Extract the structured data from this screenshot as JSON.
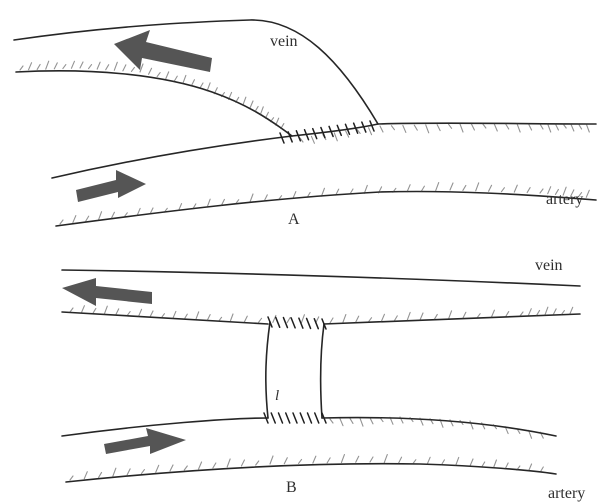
{
  "panel_a": {
    "vein_label": "vein",
    "artery_label": "artery",
    "panel_label": "A"
  },
  "panel_b": {
    "vein_label": "vein",
    "artery_label": "artery",
    "panel_label": "B",
    "graft_label": "l"
  },
  "colors": {
    "ink": "#262626",
    "arrow_fill": "#555555",
    "background": "#ffffff"
  }
}
